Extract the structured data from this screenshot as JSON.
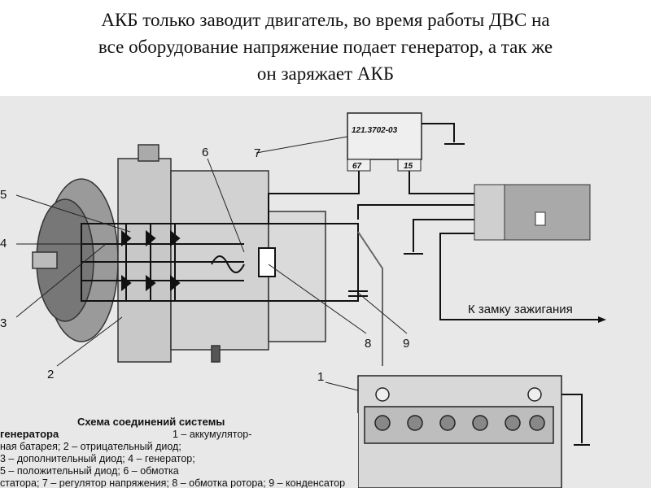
{
  "slide": {
    "title_lines": [
      "АКБ только заводит двигатель, во время работы ДВС на",
      "все оборудование напряжение подает генератор, а так же",
      "он заряжает АКБ"
    ]
  },
  "diagram": {
    "regulator_model": "121.3702-03",
    "terminal_67": "67",
    "terminal_15": "15",
    "ignition_label": "К замку зажигания",
    "callouts": [
      "1",
      "2",
      "3",
      "4",
      "5",
      "6",
      "7",
      "8",
      "9"
    ],
    "caption_title": "Схема соединений системы",
    "caption_bold": "генератора",
    "caption_lines": [
      "1 – аккумулятор-",
      "ная батарея; 2 – отрицательный диод;",
      "3 – дополнительный диод; 4 – генератор;",
      "5 – положительный диод; 6 – обмотка",
      "статора; 7 – регулятор напряжения; 8 – обмотка ротора; 9 – конденсатор"
    ]
  }
}
